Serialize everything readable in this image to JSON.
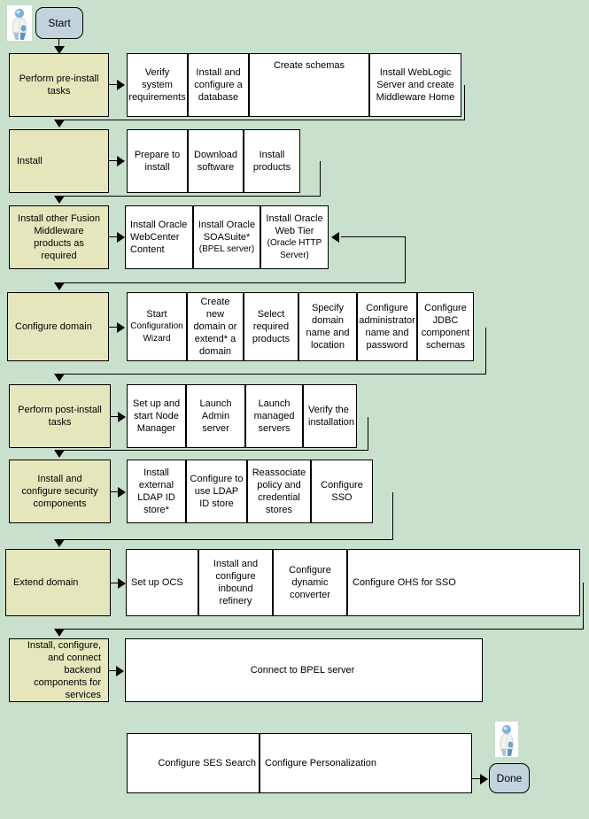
{
  "diagram": {
    "title": "Fusion Middleware installation and configuration flow",
    "background_color": "#c9e0cc",
    "stage_color": "#e6e6bd",
    "task_color": "#ffffff",
    "terminator_color": "#c3d3dd"
  },
  "terminators": {
    "start": "Start",
    "done": "Done"
  },
  "icons": {
    "start_person": "person-icon",
    "done_person": "person-icon"
  },
  "rows": [
    {
      "stage": "Perform pre-install tasks",
      "tasks": [
        {
          "label": "Verify system requirements"
        },
        {
          "label": "Install and configure a database"
        },
        {
          "label": "Create schemas"
        },
        {
          "label": "Install WebLogic Server and create Middleware Home"
        }
      ]
    },
    {
      "stage": "Install",
      "tasks": [
        {
          "label": "Prepare to install"
        },
        {
          "label": "Download software"
        },
        {
          "label": "Install products"
        }
      ]
    },
    {
      "stage": "Install other Fusion Middleware products as required",
      "tasks": [
        {
          "label": "Install Oracle WebCenter Content"
        },
        {
          "label": "Install Oracle SOASuite*",
          "sub": "(BPEL server)"
        },
        {
          "label": "Install Oracle Web Tier",
          "sub": "(Oracle HTTP Server)"
        }
      ]
    },
    {
      "stage": "Configure domain",
      "tasks": [
        {
          "label": "Start",
          "sub": "Configuration Wizard"
        },
        {
          "label": "Create new domain or extend* a domain"
        },
        {
          "label": "Select required products"
        },
        {
          "label": "Specify domain name and location"
        },
        {
          "label": "Configure administrator name and password"
        },
        {
          "label": "Configure JDBC component schemas"
        }
      ]
    },
    {
      "stage": "Perform post-install tasks",
      "tasks": [
        {
          "label": "Set up and start Node Manager"
        },
        {
          "label": "Launch Admin server"
        },
        {
          "label": "Launch managed servers"
        },
        {
          "label": "Verify the installation"
        }
      ]
    },
    {
      "stage": "Install and configure security components",
      "tasks": [
        {
          "label": "Install external LDAP ID store*"
        },
        {
          "label": "Configure to use LDAP ID store"
        },
        {
          "label": "Reassociate policy and credential stores"
        },
        {
          "label": "Configure SSO"
        }
      ]
    },
    {
      "stage": "Extend domain",
      "tasks": [
        {
          "label": "Set up OCS"
        },
        {
          "label": "Install and configure inbound refinery"
        },
        {
          "label": "Configure dynamic converter"
        },
        {
          "label": "Configure OHS for SSO"
        }
      ]
    },
    {
      "stage": "Install, configure, and connect backend components for services",
      "tasks": [
        {
          "label": "Connect to BPEL server"
        }
      ]
    },
    {
      "stage": "",
      "tasks": [
        {
          "label": "Configure SES Search"
        },
        {
          "label": "Configure Personalization"
        }
      ]
    }
  ]
}
